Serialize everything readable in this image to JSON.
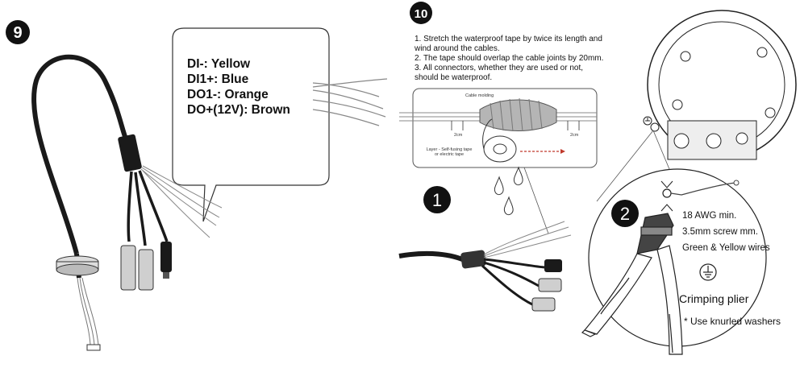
{
  "step9": {
    "number": "9",
    "bubble_lines": [
      "DI-: Yellow",
      "DI1+: Blue",
      "DO1-: Orange",
      "DO+(12V): Brown"
    ]
  },
  "step10": {
    "number": "10",
    "instructions": [
      "1. Stretch the waterproof tape by twice its length and",
      "wind around the cables.",
      "2. The tape should overlap the cable joints by 20mm.",
      "3. All connectors, whether they are used or not,",
      "should be waterproof."
    ],
    "inset": {
      "cable_molding": "Cable molding",
      "dim_left": "2cm",
      "dim_right": "2cm",
      "layer_line1": "Layer - Self-fusing tape",
      "layer_line2": "or electric tape"
    },
    "callout_1": "1",
    "callout_2": "2",
    "grounding": {
      "lines": [
        "18 AWG min.",
        "3.5mm screw mm.",
        "Green & Yellow wires"
      ],
      "tool": "Crimping plier",
      "note": "* Use knurled washers"
    }
  },
  "colors": {
    "ink": "#111111",
    "rubber": "#1a1a1a",
    "tape": "#9a9a9a",
    "arrow": "#c0392b"
  }
}
